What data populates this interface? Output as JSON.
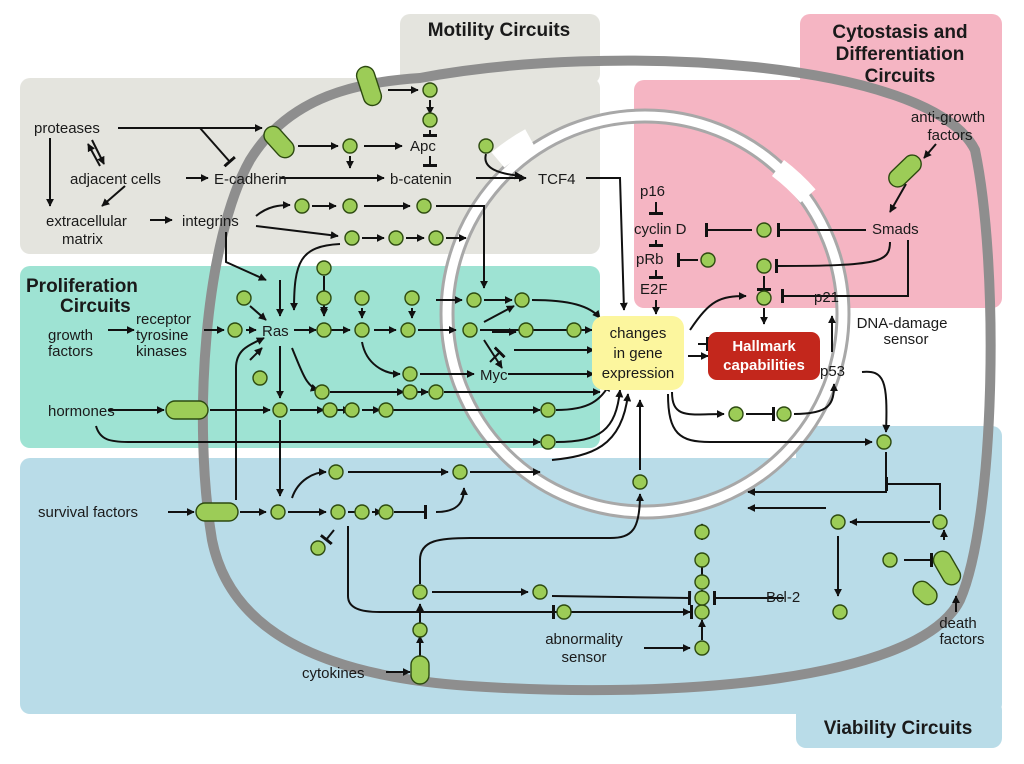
{
  "colors": {
    "motility_region": "#e4e4de",
    "proliferation_region": "#9ee3d3",
    "cytostasis_region": "#f5b5c3",
    "viability_region": "#b9dce8",
    "membrane": "#8e8e8e",
    "node_fill": "#9ccc57",
    "node_stroke": "#2d4a10",
    "changes_box": "#fcf69e",
    "hallmark_box": "#c3271c"
  },
  "regions": {
    "motility": "Motility Circuits",
    "cytostasis_line1": "Cytostasis and",
    "cytostasis_line2": "Differentiation",
    "cytostasis_line3": "Circuits",
    "proliferation_line1": "Proliferation",
    "proliferation_line2": "Circuits",
    "viability": "Viability Circuits"
  },
  "center": {
    "changes_line1": "changes",
    "changes_line2": "in gene",
    "changes_line3": "expression",
    "hallmark_line1": "Hallmark",
    "hallmark_line2": "capabilities"
  },
  "labels": {
    "proteases": "proteases",
    "adjacent_cells": "adjacent cells",
    "e_cadherin": "E-cadherin",
    "extracellular_1": "extracellular",
    "extracellular_2": "matrix",
    "integrins": "integrins",
    "apc": "Apc",
    "b_catenin": "b-catenin",
    "tcf4": "TCF4",
    "anti_growth_1": "anti-growth",
    "anti_growth_2": "factors",
    "smads": "Smads",
    "p16": "p16",
    "cyclin_d": "cyclin D",
    "prb": "pRb",
    "e2f": "E2F",
    "p21": "p21",
    "dna_damage_1": "DNA-damage",
    "dna_damage_2": "sensor",
    "p53": "p53",
    "growth_factors_1": "growth",
    "growth_factors_2": "factors",
    "rtk_1": "receptor",
    "rtk_2": "tyrosine",
    "rtk_3": "kinases",
    "ras": "Ras",
    "myc": "Myc",
    "hormones": "hormones",
    "survival_factors": "survival factors",
    "bcl2": "Bcl-2",
    "abnormality_1": "abnormality",
    "abnormality_2": "sensor",
    "cytokines": "cytokines",
    "death_factors_1": "death",
    "death_factors_2": "factors"
  }
}
